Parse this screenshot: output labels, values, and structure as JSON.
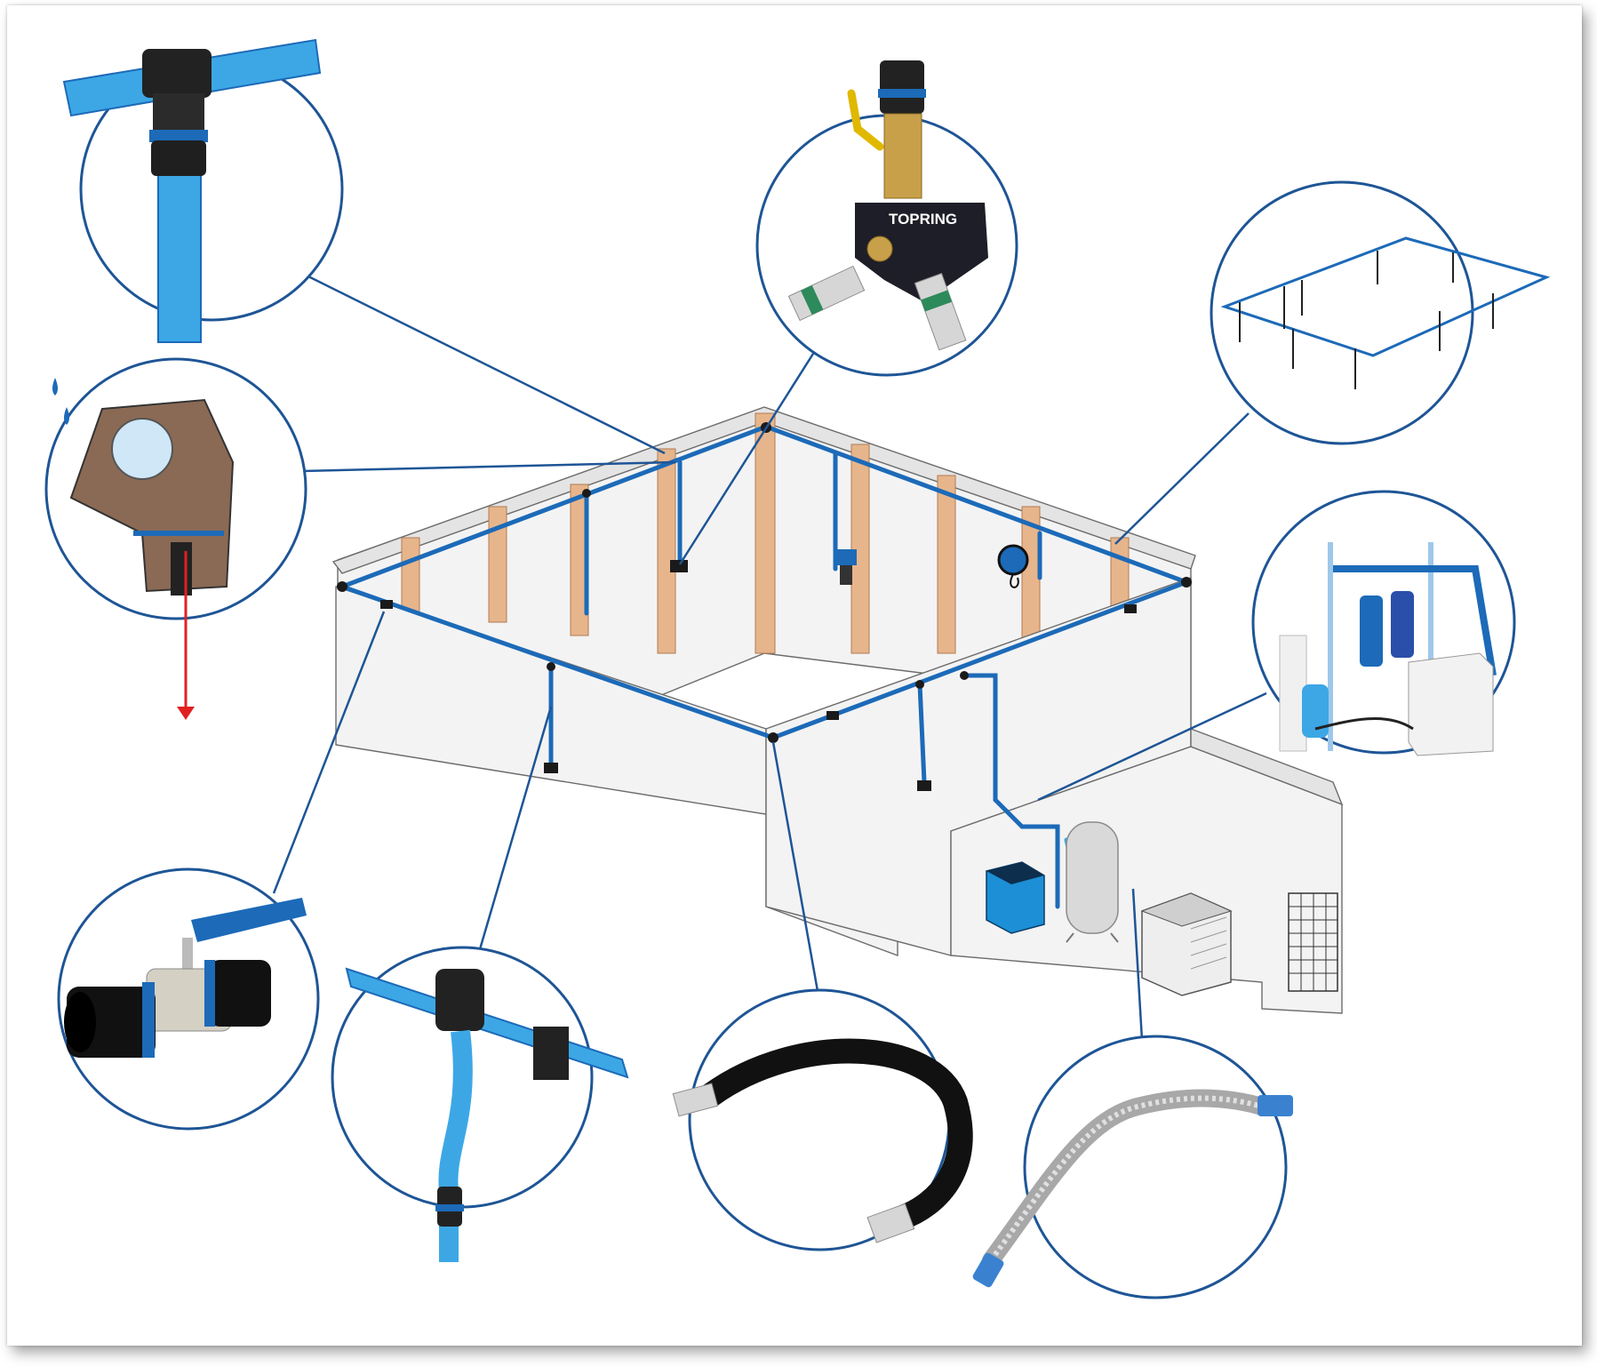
{
  "diagram": {
    "brand_label": "TOPRING",
    "colors": {
      "callout": "#1e5596",
      "pipe": "#1c6ab8",
      "pipe_light": "#3da7e6",
      "post": "#e7b58c",
      "drain_arrow": "#e02020"
    },
    "callouts": [
      {
        "id": "tee-clamp",
        "icon": "pipe-tee-clamp-icon"
      },
      {
        "id": "drop-leg-drain",
        "icon": "condensate-drain-icon"
      },
      {
        "id": "outlet-block",
        "icon": "outlet-block-valve-icon"
      },
      {
        "id": "loop-overview",
        "icon": "pipe-loop-icon"
      },
      {
        "id": "compressor-room",
        "icon": "compressor-room-icon"
      },
      {
        "id": "ball-valve",
        "icon": "ball-valve-icon"
      },
      {
        "id": "swan-neck-drop",
        "icon": "swan-neck-drop-icon"
      },
      {
        "id": "rubber-hose",
        "icon": "rubber-hose-icon"
      },
      {
        "id": "braided-hose",
        "icon": "braided-hose-icon"
      }
    ]
  }
}
